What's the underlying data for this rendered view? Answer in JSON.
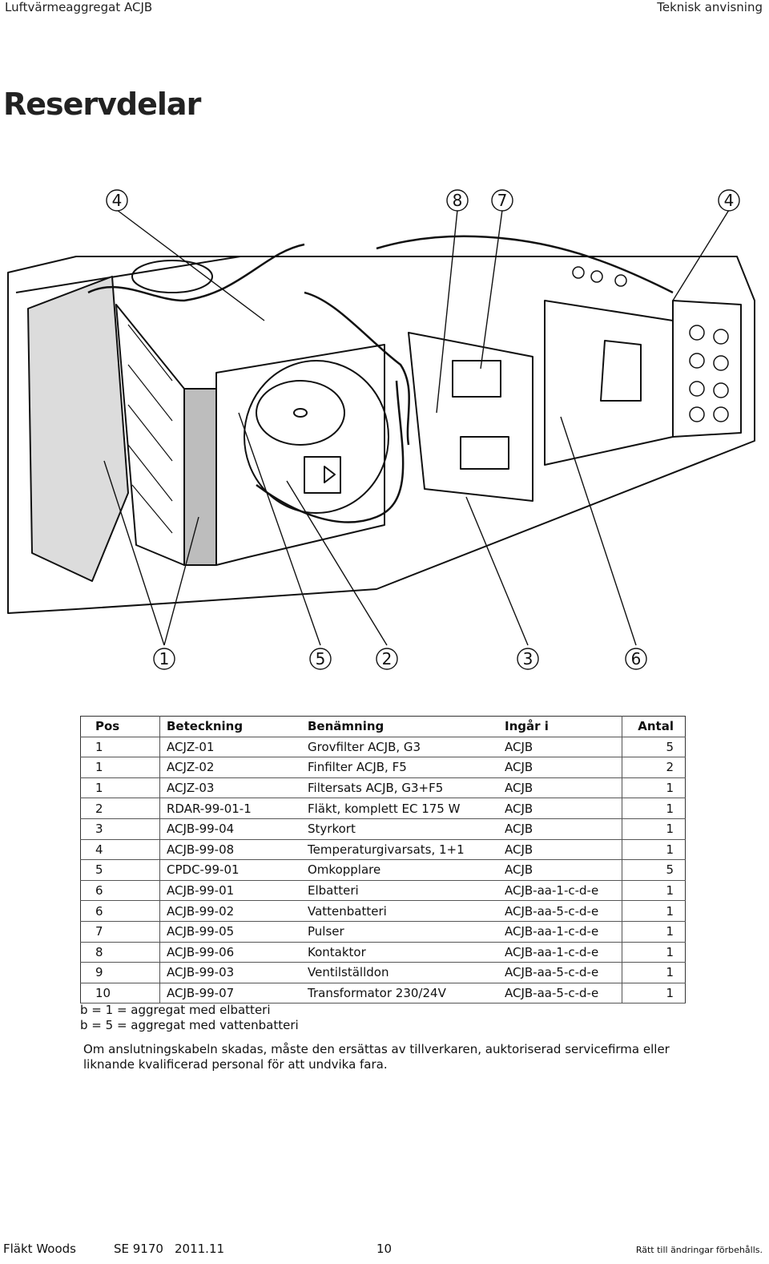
{
  "header": {
    "left": "Luftvärmeaggregat ACJB",
    "right": "Teknisk anvisning"
  },
  "title": "Reservdelar",
  "callouts": {
    "top": [
      "4",
      "8",
      "7",
      "4"
    ],
    "bottom": [
      "1",
      "5",
      "2",
      "3",
      "6"
    ]
  },
  "table": {
    "headers": [
      "Pos",
      "Beteckning",
      "Benämning",
      "Ingår i",
      "Antal"
    ],
    "rows": [
      [
        "1",
        "ACJZ-01",
        "Grovfilter ACJB, G3",
        "ACJB",
        "5"
      ],
      [
        "1",
        "ACJZ-02",
        "Finfilter ACJB, F5",
        "ACJB",
        "2"
      ],
      [
        "1",
        "ACJZ-03",
        "Filtersats ACJB, G3+F5",
        "ACJB",
        "1"
      ],
      [
        "2",
        "RDAR-99-01-1",
        "Fläkt, komplett EC 175 W",
        "ACJB",
        "1"
      ],
      [
        "3",
        "ACJB-99-04",
        "Styrkort",
        "ACJB",
        "1"
      ],
      [
        "4",
        "ACJB-99-08",
        "Temperaturgivarsats, 1+1",
        "ACJB",
        "1"
      ],
      [
        "5",
        "CPDC-99-01",
        "Omkopplare",
        "ACJB",
        "5"
      ],
      [
        "6",
        "ACJB-99-01",
        "Elbatteri",
        "ACJB-aa-1-c-d-e",
        "1"
      ],
      [
        "6",
        "ACJB-99-02",
        "Vattenbatteri",
        "ACJB-aa-5-c-d-e",
        "1"
      ],
      [
        "7",
        "ACJB-99-05",
        "Pulser",
        "ACJB-aa-1-c-d-e",
        "1"
      ],
      [
        "8",
        "ACJB-99-06",
        "Kontaktor",
        "ACJB-aa-1-c-d-e",
        "1"
      ],
      [
        "9",
        "ACJB-99-03",
        "Ventilställdon",
        "ACJB-aa-5-c-d-e",
        "1"
      ],
      [
        "10",
        "ACJB-99-07",
        "Transformator 230/24V",
        "ACJB-aa-5-c-d-e",
        "1"
      ]
    ]
  },
  "notes": [
    "b = 1 = aggregat med elbatteri",
    "b = 5 = aggregat med vattenbatteri"
  ],
  "warning": "Om anslutningskabeln skadas, måste den ersättas av tillverkaren, auktoriserad servicefirma eller liknande kvalificerad personal för att undvika fara.",
  "footer": {
    "company": "Fläkt Woods",
    "doc": "SE 9170",
    "date": "2011.11",
    "page": "10",
    "rights": "Rätt till ändringar förbehålls."
  }
}
